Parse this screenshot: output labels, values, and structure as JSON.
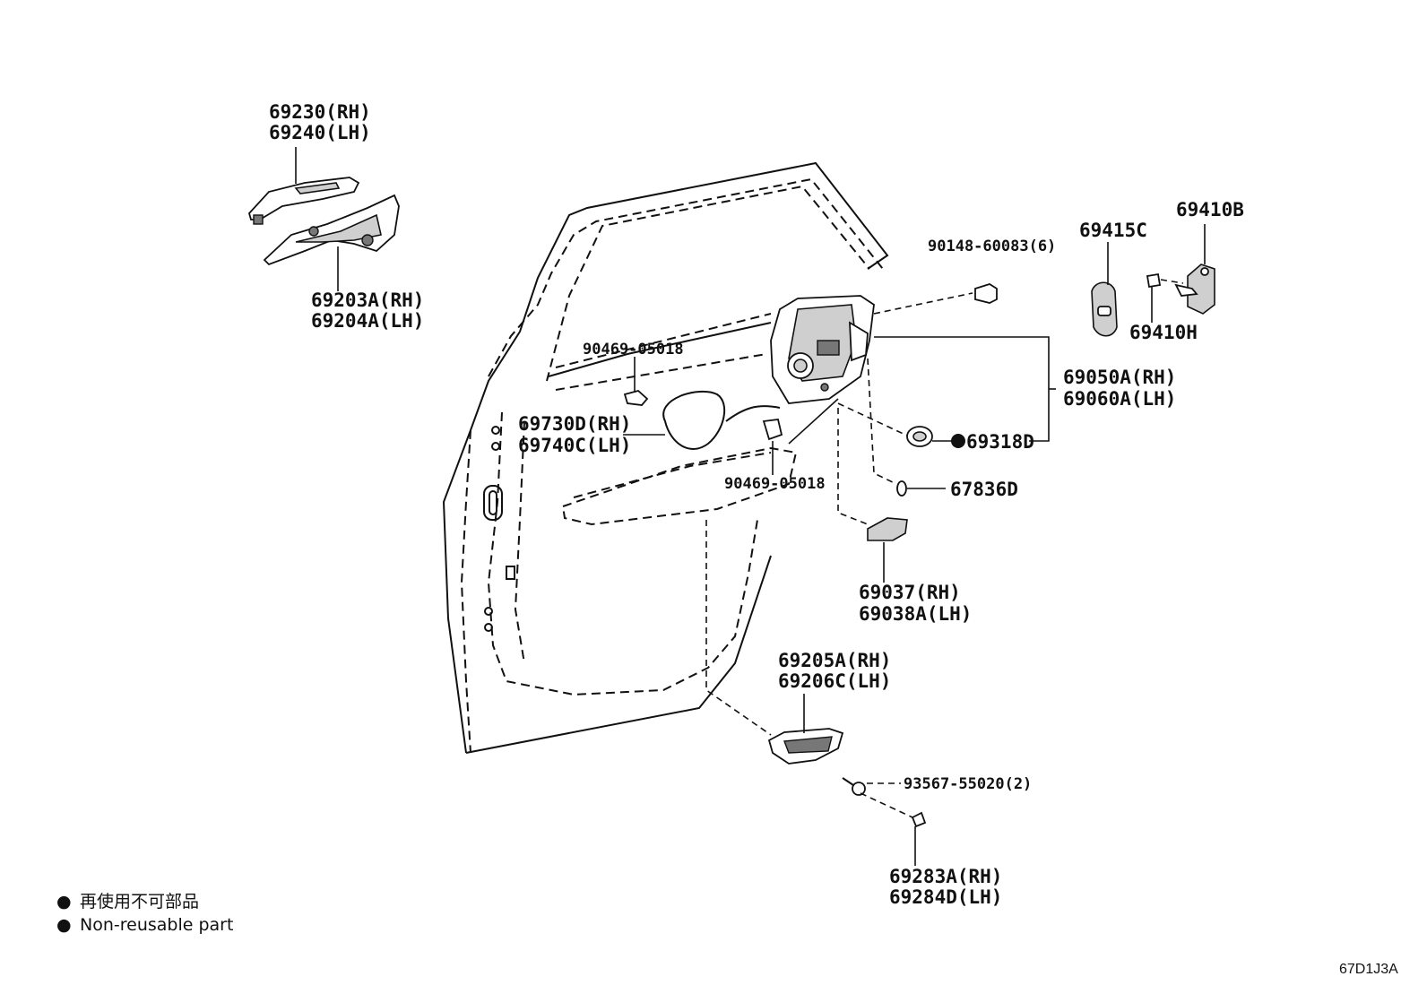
{
  "labels": {
    "outside_handle": [
      "69230(RH)",
      "69240(LH)"
    ],
    "handle_frame": [
      "69203A(RH)",
      "69204A(LH)"
    ],
    "bolt_top": "90148-60083(6)",
    "cover": "69415C",
    "striker": "69410B",
    "striker_screw": "69410H",
    "lock_assy": [
      "69050A(RH)",
      "69060A(LH)"
    ],
    "clip_upper": "90469-05018",
    "cable": [
      "69730D(RH)",
      "69740C(LH)"
    ],
    "clip_lower": "90469-05018",
    "seal_ring": "69318D",
    "grommet": "67836D",
    "inner_bracket": [
      "69037(RH)",
      "69038A(LH)"
    ],
    "inner_handle": [
      "69205A(RH)",
      "69206C(LH)"
    ],
    "screw_lower": "93567-55020(2)",
    "cap": [
      "69283A(RH)",
      "69284D(LH)"
    ]
  },
  "legend": [
    {
      "marker": "●",
      "text": "再使用不可部品"
    },
    {
      "marker": "●",
      "text": "Non-reusable part"
    }
  ],
  "diagram_code": "67D1J3A"
}
